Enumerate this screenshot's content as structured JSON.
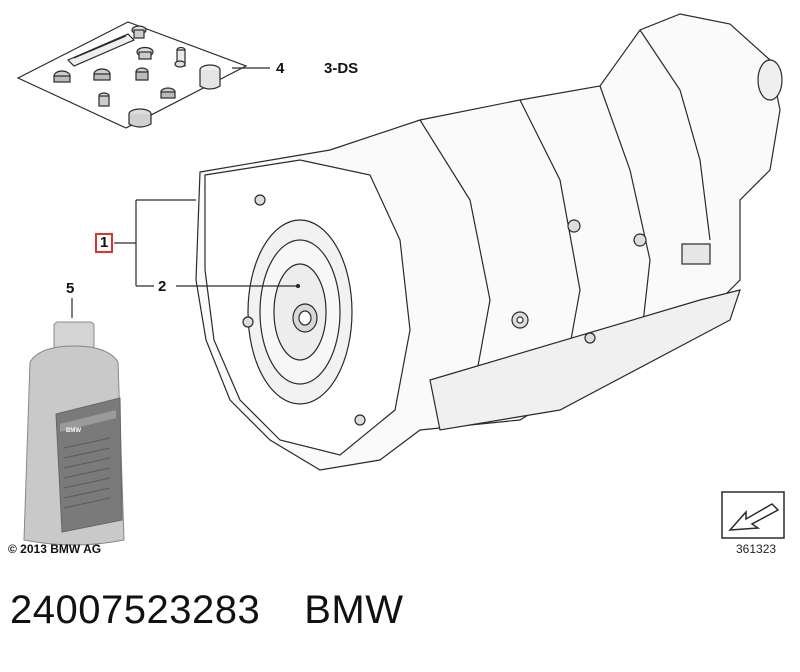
{
  "variant_label": "3-DS",
  "callouts": {
    "assembly": "1",
    "torque_converter": "2",
    "bolt_kit": "4",
    "fluid_bottle": "5"
  },
  "bottle_label": "BMW",
  "copyright": "© 2013 BMW AG",
  "diagram_number": "361323",
  "caption": {
    "part_number": "24007523283",
    "brand": "BMW"
  },
  "colors": {
    "line": "#2a2a2a",
    "highlight_box": "#e03030",
    "bottle_gray": "#c9c9c9"
  }
}
